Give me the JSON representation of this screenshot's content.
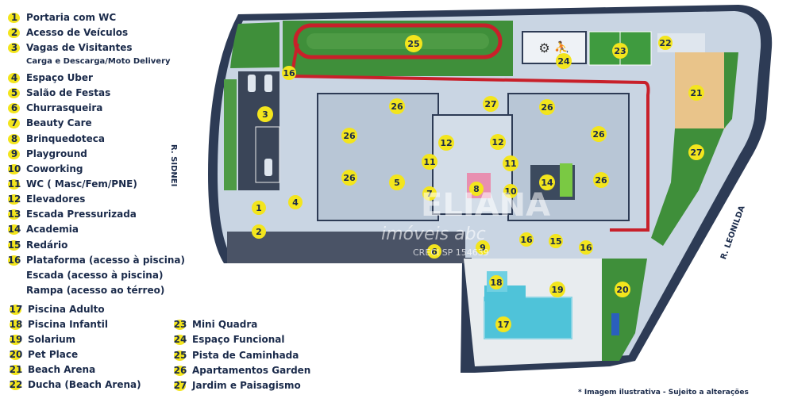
{
  "legend": [
    {
      "n": "1",
      "label": "Portaria com WC"
    },
    {
      "n": "2",
      "label": "Acesso de Veículos"
    },
    {
      "n": "3",
      "label": "Vagas de Visitantes"
    },
    {
      "n": "4",
      "label": "Espaço Uber"
    },
    {
      "n": "5",
      "label": "Salão de Festas"
    },
    {
      "n": "6",
      "label": "Churrasqueira"
    },
    {
      "n": "7",
      "label": "Beauty Care"
    },
    {
      "n": "8",
      "label": "Brinquedoteca"
    },
    {
      "n": "9",
      "label": "Playground"
    },
    {
      "n": "10",
      "label": "Coworking"
    },
    {
      "n": "11",
      "label": "WC ( Masc/Fem/PNE)"
    },
    {
      "n": "12",
      "label": "Elevadores"
    },
    {
      "n": "13",
      "label": "Escada Pressurizada"
    },
    {
      "n": "14",
      "label": "Academia"
    },
    {
      "n": "15",
      "label": "Redário"
    },
    {
      "n": "16",
      "label": "Plataforma (acesso à piscina)"
    },
    {
      "n": "17",
      "label": "Piscina Adulto"
    },
    {
      "n": "18",
      "label": "Piscina Infantil"
    },
    {
      "n": "19",
      "label": "Solarium"
    },
    {
      "n": "20",
      "label": "Pet Place"
    },
    {
      "n": "21",
      "label": "Beach Arena"
    },
    {
      "n": "22",
      "label": "Ducha (Beach Arena)"
    },
    {
      "n": "23",
      "label": "Mini Quadra"
    },
    {
      "n": "24",
      "label": "Espaço Funcional"
    },
    {
      "n": "25",
      "label": "Pista de Caminhada"
    },
    {
      "n": "26",
      "label": "Apartamentos Garden"
    },
    {
      "n": "27",
      "label": "Jardim e Paisagismo"
    }
  ],
  "legend_extra": {
    "carga": "Carga e Descarga/Moto Delivery",
    "escada": "Escada (acesso à piscina)",
    "rampa": "Rampa (acesso ao térreo)"
  },
  "streets": {
    "west": "R. SIDNEI",
    "east": "R. LEONILDA"
  },
  "watermark": {
    "line1": "ELIANA",
    "line2": "imóveis abc",
    "creci": "CRECI SP 154639"
  },
  "footnote": "* Imagem ilustrativa - Sujeito a alterações",
  "colors": {
    "marker": "#f3e51d",
    "track": "#c8202a",
    "grass": "#3f8f3a",
    "pool": "#4fc3d9",
    "building": "#b8c6d6",
    "border": "#2d3b55"
  }
}
